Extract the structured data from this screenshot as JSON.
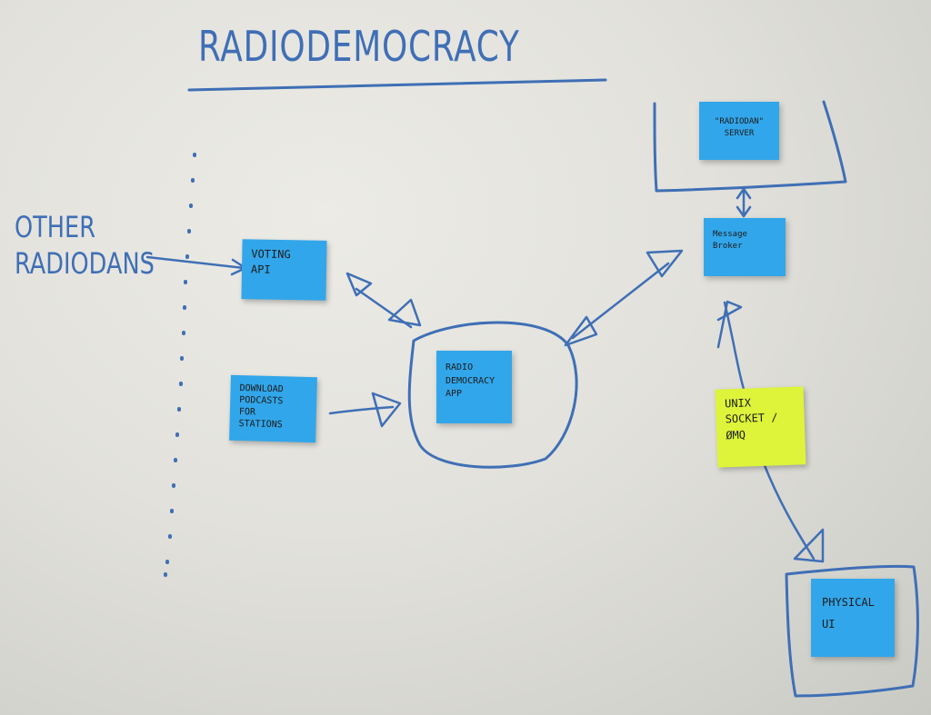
{
  "title": "RADIODEMOCRACY",
  "external_label": "OTHER\nRADIODANS",
  "notes": {
    "voting_api": "VOTING\nAPI",
    "download_podcasts": "DOWNLOAD\nPODCASTS\nFOR\nSTATIONS",
    "radio_democracy_app": "RADIO\nDEMOCRACY\nAPP",
    "radiodan_server": "\"RADIODAN\"\nSERVER",
    "message_broker": "Message\nBroker",
    "unix_socket": "UNIX\nSOCKET /\nØMQ",
    "physical_ui": "PHYSICAL\nUI"
  },
  "colors": {
    "marker": "#3f6fb5",
    "sticky_blue": "#32a6ea",
    "sticky_yellow": "#ddf43a"
  }
}
